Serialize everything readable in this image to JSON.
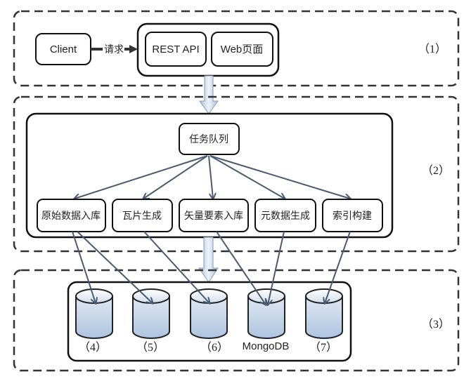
{
  "sections": [
    {
      "id": "layer-1",
      "label": "（1）"
    },
    {
      "id": "layer-2",
      "label": "（2）"
    },
    {
      "id": "layer-3",
      "label": "（3）"
    }
  ],
  "layer1": {
    "client": "Client",
    "request_label": "请求",
    "rest_api": "REST API",
    "web_page": "Web页面"
  },
  "layer2": {
    "task_queue": "任务队列",
    "tasks": [
      "原始数据入库",
      "瓦片生成",
      "矢量要素入库",
      "元数据生成",
      "索引构建"
    ]
  },
  "layer3": {
    "stores": [
      "（4）",
      "（5）",
      "（6）",
      "MongoDB",
      "（7）"
    ]
  },
  "colors": {
    "connector": "#4a5a70",
    "cylinder_top": "#e8eef6",
    "cylinder_body": "#b9cce4",
    "flow_arrow": "#c9d7ea"
  }
}
